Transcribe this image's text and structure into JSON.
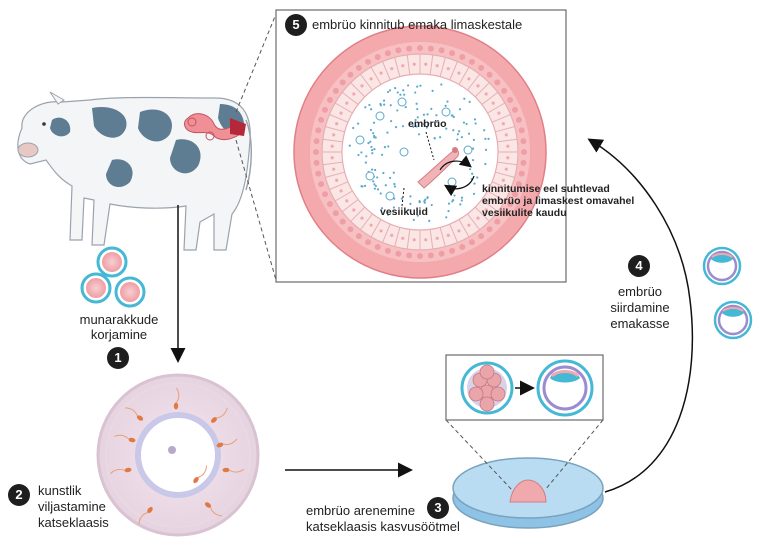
{
  "steps": [
    {
      "number": "1",
      "text": "munarakkude korjamine",
      "lines": [
        "munarakkude",
        "korjamine"
      ]
    },
    {
      "number": "2",
      "text": "kunstlik viljastamine katseklaasis",
      "lines": [
        "kunstlik",
        "viljastamine",
        "katseklaasis"
      ]
    },
    {
      "number": "3",
      "text": "embrüo arenemine katseklaasis kasvusöötmel",
      "lines": [
        "embrüo arenemine",
        "katseklaasis kasvusöötmel"
      ]
    },
    {
      "number": "4",
      "text": "embrüo siirdamine emakasse",
      "lines": [
        "embrüo",
        "siirdamine",
        "emakasse"
      ]
    },
    {
      "number": "5",
      "text": "embrüo kinnitub emaka limaskestale",
      "lines": [
        "embrüo kinnitub emaka limaskestale"
      ]
    }
  ],
  "inset_labels": {
    "embryo": "embrüo",
    "vesicles": "vesiikulid",
    "attachment_note": [
      "kinnitumise eel suhtlevad",
      "embrüo ja limaskest omavahel",
      "vesiikulite kaudu"
    ]
  },
  "colors": {
    "cell_pink": "#f3b6b8",
    "cell_ring": "#45b8d6",
    "vesicle_blue": "#5aa9cc",
    "dish_blue": "#8ec3e6",
    "arrow": "#111111",
    "number_badge": "#1e1e1e"
  },
  "icons": [
    "cow-illustration",
    "oocyte-icon",
    "petri-dish-icon",
    "blastocyst-icon",
    "uterus-lining-icon"
  ]
}
